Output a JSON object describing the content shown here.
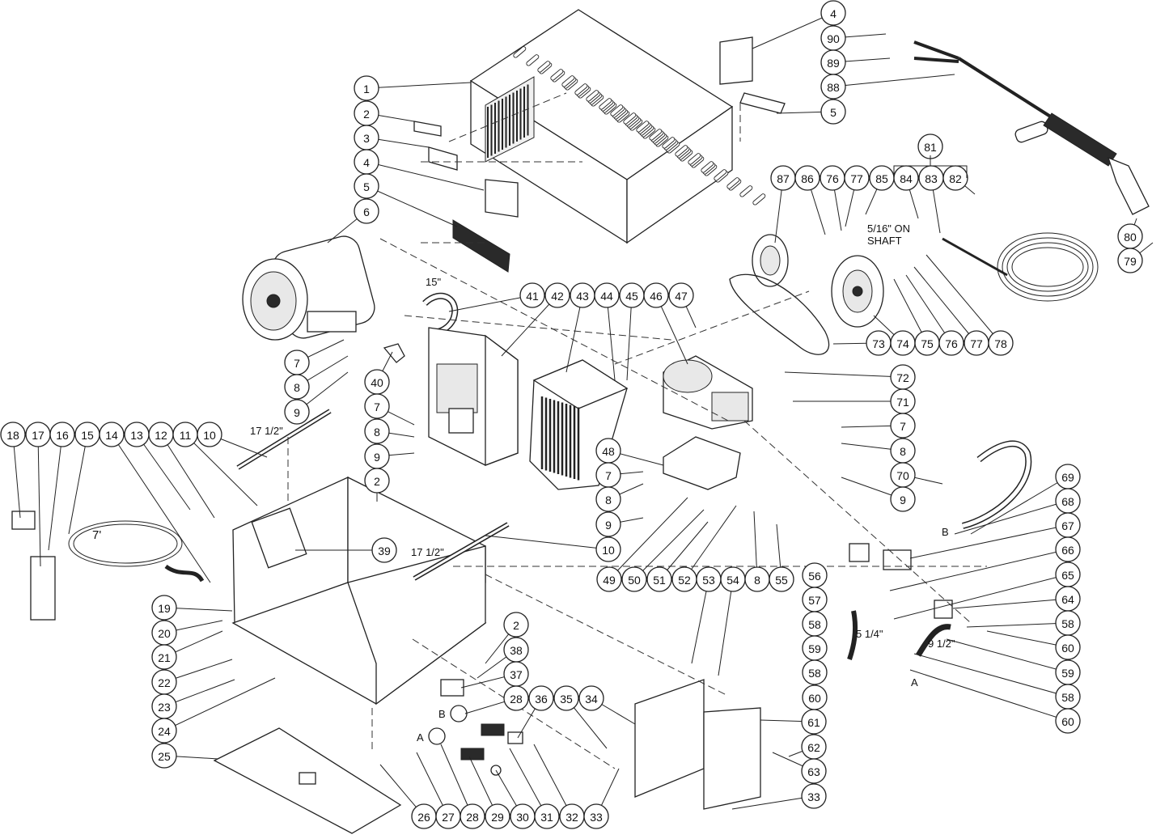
{
  "diagram": {
    "balloons": [
      {
        "id": "b1",
        "label": "1"
      },
      {
        "id": "b2a",
        "label": "2"
      },
      {
        "id": "b3",
        "label": "3"
      },
      {
        "id": "b4a",
        "label": "4"
      },
      {
        "id": "b5a",
        "label": "5"
      },
      {
        "id": "b6",
        "label": "6"
      },
      {
        "id": "b7a",
        "label": "7"
      },
      {
        "id": "b8a",
        "label": "8"
      },
      {
        "id": "b9a",
        "label": "9"
      },
      {
        "id": "b40",
        "label": "40"
      },
      {
        "id": "b7b",
        "label": "7"
      },
      {
        "id": "b8b",
        "label": "8"
      },
      {
        "id": "b9b",
        "label": "9"
      },
      {
        "id": "b2b",
        "label": "2"
      },
      {
        "id": "b41",
        "label": "41"
      },
      {
        "id": "b42",
        "label": "42"
      },
      {
        "id": "b43",
        "label": "43"
      },
      {
        "id": "b44",
        "label": "44"
      },
      {
        "id": "b45",
        "label": "45"
      },
      {
        "id": "b46",
        "label": "46"
      },
      {
        "id": "b47",
        "label": "47"
      },
      {
        "id": "b4b",
        "label": "4"
      },
      {
        "id": "b90",
        "label": "90"
      },
      {
        "id": "b89",
        "label": "89"
      },
      {
        "id": "b88",
        "label": "88"
      },
      {
        "id": "b5b",
        "label": "5"
      },
      {
        "id": "b81",
        "label": "81"
      },
      {
        "id": "b87",
        "label": "87"
      },
      {
        "id": "b86",
        "label": "86"
      },
      {
        "id": "b76a",
        "label": "76"
      },
      {
        "id": "b77a",
        "label": "77"
      },
      {
        "id": "b85",
        "label": "85"
      },
      {
        "id": "b84",
        "label": "84"
      },
      {
        "id": "b83",
        "label": "83"
      },
      {
        "id": "b82",
        "label": "82"
      },
      {
        "id": "b80",
        "label": "80"
      },
      {
        "id": "b79",
        "label": "79"
      },
      {
        "id": "b73",
        "label": "73"
      },
      {
        "id": "b74",
        "label": "74"
      },
      {
        "id": "b75",
        "label": "75"
      },
      {
        "id": "b76b",
        "label": "76"
      },
      {
        "id": "b77b",
        "label": "77"
      },
      {
        "id": "b78",
        "label": "78"
      },
      {
        "id": "b72",
        "label": "72"
      },
      {
        "id": "b71",
        "label": "71"
      },
      {
        "id": "b7c",
        "label": "7"
      },
      {
        "id": "b8c",
        "label": "8"
      },
      {
        "id": "b70",
        "label": "70"
      },
      {
        "id": "b9c",
        "label": "9"
      },
      {
        "id": "b69",
        "label": "69"
      },
      {
        "id": "b68",
        "label": "68"
      },
      {
        "id": "b67",
        "label": "67"
      },
      {
        "id": "b66",
        "label": "66"
      },
      {
        "id": "b65",
        "label": "65"
      },
      {
        "id": "b64",
        "label": "64"
      },
      {
        "id": "b58a",
        "label": "58"
      },
      {
        "id": "b60a",
        "label": "60"
      },
      {
        "id": "b59a",
        "label": "59"
      },
      {
        "id": "b58b",
        "label": "58"
      },
      {
        "id": "b60b",
        "label": "60"
      },
      {
        "id": "b56",
        "label": "56"
      },
      {
        "id": "b57",
        "label": "57"
      },
      {
        "id": "b58c",
        "label": "58"
      },
      {
        "id": "b59b",
        "label": "59"
      },
      {
        "id": "b58d",
        "label": "58"
      },
      {
        "id": "b60c",
        "label": "60"
      },
      {
        "id": "b48",
        "label": "48"
      },
      {
        "id": "b7d",
        "label": "7"
      },
      {
        "id": "b8d",
        "label": "8"
      },
      {
        "id": "b9d",
        "label": "9"
      },
      {
        "id": "b49",
        "label": "49"
      },
      {
        "id": "b50",
        "label": "50"
      },
      {
        "id": "b51",
        "label": "51"
      },
      {
        "id": "b52",
        "label": "52"
      },
      {
        "id": "b53",
        "label": "53"
      },
      {
        "id": "b54",
        "label": "54"
      },
      {
        "id": "b8e",
        "label": "8"
      },
      {
        "id": "b55",
        "label": "55"
      },
      {
        "id": "b18",
        "label": "18"
      },
      {
        "id": "b17",
        "label": "17"
      },
      {
        "id": "b16",
        "label": "16"
      },
      {
        "id": "b15",
        "label": "15"
      },
      {
        "id": "b14",
        "label": "14"
      },
      {
        "id": "b13",
        "label": "13"
      },
      {
        "id": "b12",
        "label": "12"
      },
      {
        "id": "b11",
        "label": "11"
      },
      {
        "id": "b10a",
        "label": "10"
      },
      {
        "id": "b39",
        "label": "39"
      },
      {
        "id": "b10b",
        "label": "10"
      },
      {
        "id": "b19",
        "label": "19"
      },
      {
        "id": "b20",
        "label": "20"
      },
      {
        "id": "b21",
        "label": "21"
      },
      {
        "id": "b22",
        "label": "22"
      },
      {
        "id": "b23",
        "label": "23"
      },
      {
        "id": "b24",
        "label": "24"
      },
      {
        "id": "b25",
        "label": "25"
      },
      {
        "id": "b2c",
        "label": "2"
      },
      {
        "id": "b38",
        "label": "38"
      },
      {
        "id": "b37",
        "label": "37"
      },
      {
        "id": "b28a",
        "label": "28"
      },
      {
        "id": "b36",
        "label": "36"
      },
      {
        "id": "b35",
        "label": "35"
      },
      {
        "id": "b34",
        "label": "34"
      },
      {
        "id": "b26",
        "label": "26"
      },
      {
        "id": "b27",
        "label": "27"
      },
      {
        "id": "b28b",
        "label": "28"
      },
      {
        "id": "b29",
        "label": "29"
      },
      {
        "id": "b30",
        "label": "30"
      },
      {
        "id": "b31",
        "label": "31"
      },
      {
        "id": "b32",
        "label": "32"
      },
      {
        "id": "b33a",
        "label": "33"
      },
      {
        "id": "b61",
        "label": "61"
      },
      {
        "id": "b62",
        "label": "62"
      },
      {
        "id": "b63",
        "label": "63"
      },
      {
        "id": "b33b",
        "label": "33"
      }
    ],
    "notes": [
      {
        "id": "n15in",
        "text": "15\""
      },
      {
        "id": "n17a",
        "text": "17 1/2\""
      },
      {
        "id": "n17b",
        "text": "17 1/2\""
      },
      {
        "id": "n7ft",
        "text": "7'"
      },
      {
        "id": "nshaft1",
        "text": "5/16\" ON"
      },
      {
        "id": "nshaft2",
        "text": "SHAFT"
      },
      {
        "id": "n514",
        "text": "5 1/4\""
      },
      {
        "id": "n912",
        "text": "9 1/2\""
      },
      {
        "id": "nB1",
        "text": "B"
      },
      {
        "id": "nB2",
        "text": "B"
      },
      {
        "id": "nA1",
        "text": "A"
      },
      {
        "id": "nA2",
        "text": "A"
      }
    ]
  }
}
